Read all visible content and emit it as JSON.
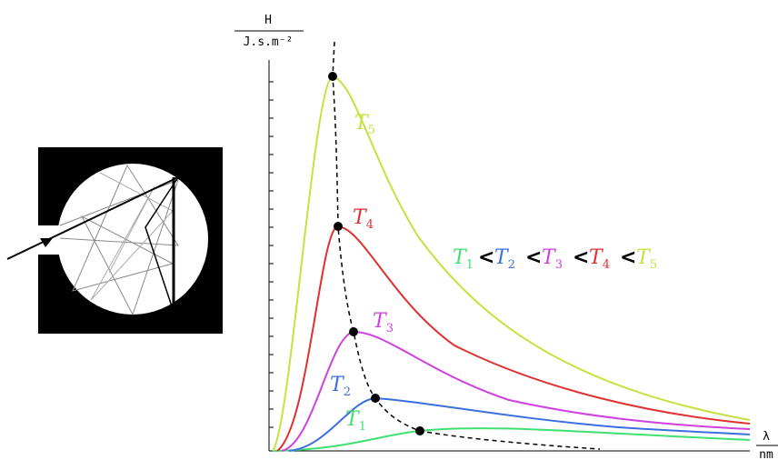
{
  "axes": {
    "y_label_top": "H",
    "y_label_bottom": "J.s.m⁻²",
    "x_label_top": "λ",
    "x_label_bottom": "nm"
  },
  "curves": [
    {
      "letter": "T",
      "sub": "1",
      "color": "#40e070"
    },
    {
      "letter": "T",
      "sub": "2",
      "color": "#3a6fe0"
    },
    {
      "letter": "T",
      "sub": "3",
      "color": "#d040e0"
    },
    {
      "letter": "T",
      "sub": "4",
      "color": "#e03030"
    },
    {
      "letter": "T",
      "sub": "5",
      "color": "#c8e040"
    }
  ],
  "inequality": {
    "operator": "<"
  }
}
